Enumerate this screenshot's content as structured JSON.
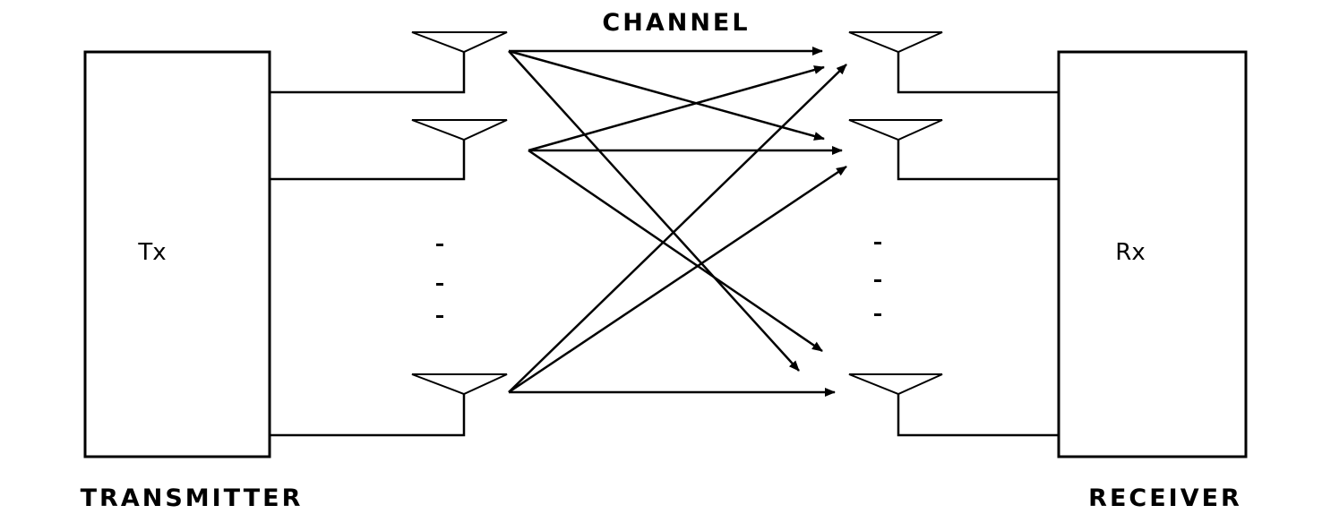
{
  "diagram": {
    "title": "CHANNEL",
    "transmitter": {
      "block_label": "Tx",
      "caption": "TRANSMITTER"
    },
    "receiver": {
      "block_label": "Rx",
      "caption": "RECEIVER"
    },
    "ellipsis_marks": [
      "-",
      "-",
      "-"
    ]
  }
}
